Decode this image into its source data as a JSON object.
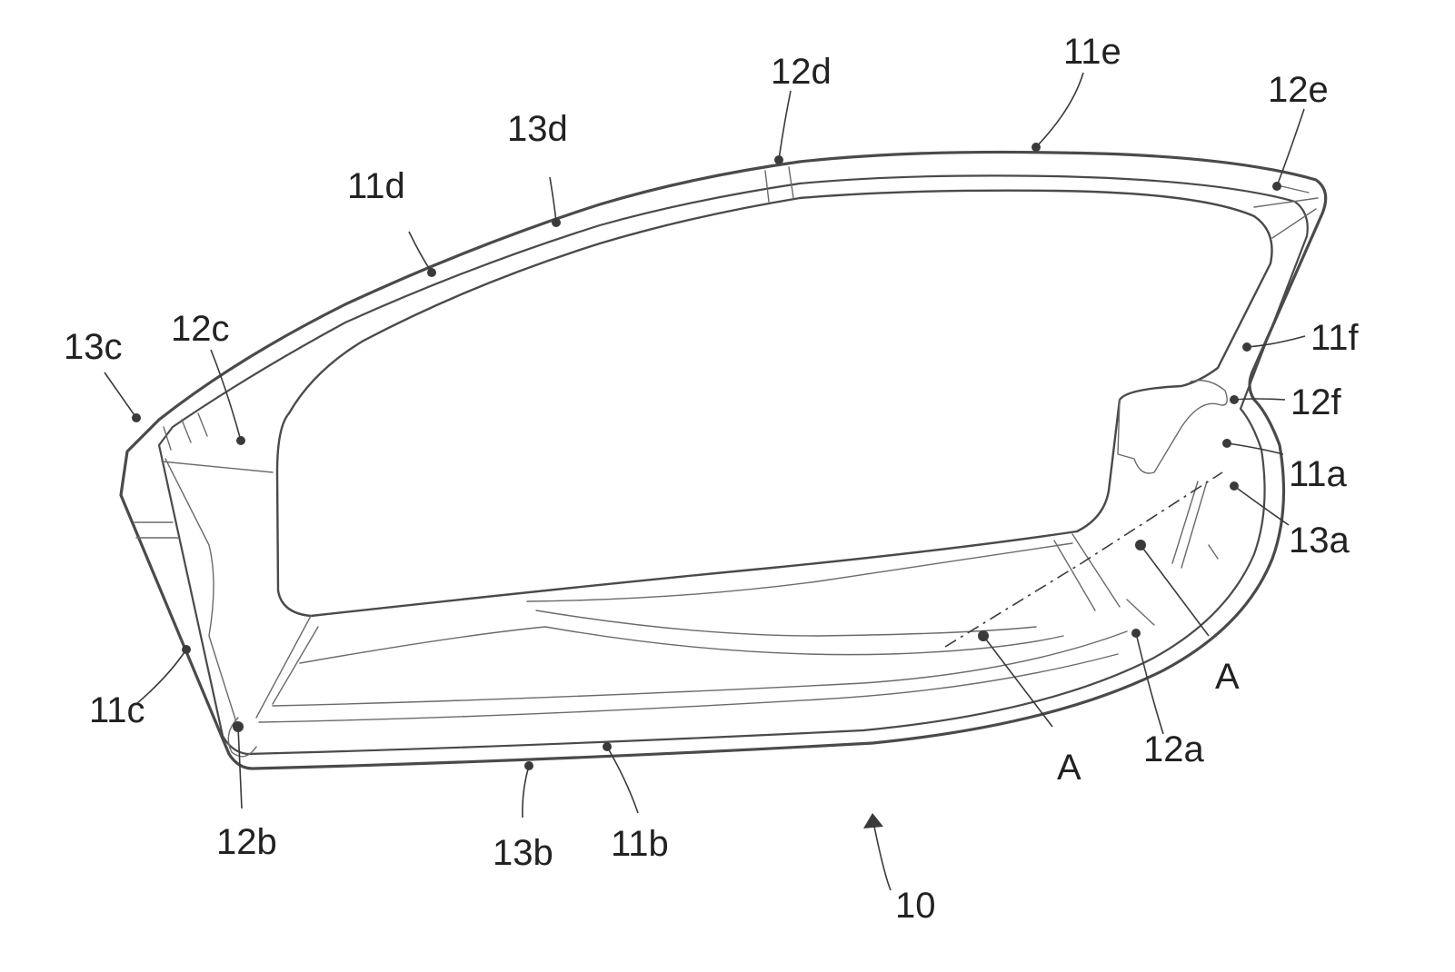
{
  "figure": {
    "labels": {
      "l11a": "11a",
      "l11b": "11b",
      "l11c": "11c",
      "l11d": "11d",
      "l11e": "11e",
      "l11f": "11f",
      "l12a": "12a",
      "l12b": "12b",
      "l12c": "12c",
      "l12d": "12d",
      "l12e": "12e",
      "l12f": "12f",
      "l13a": "13a",
      "l13b": "13b",
      "l13c": "13c",
      "l13d": "13d",
      "section_top": "A",
      "section_bottom": "A",
      "assembly": "10"
    }
  }
}
